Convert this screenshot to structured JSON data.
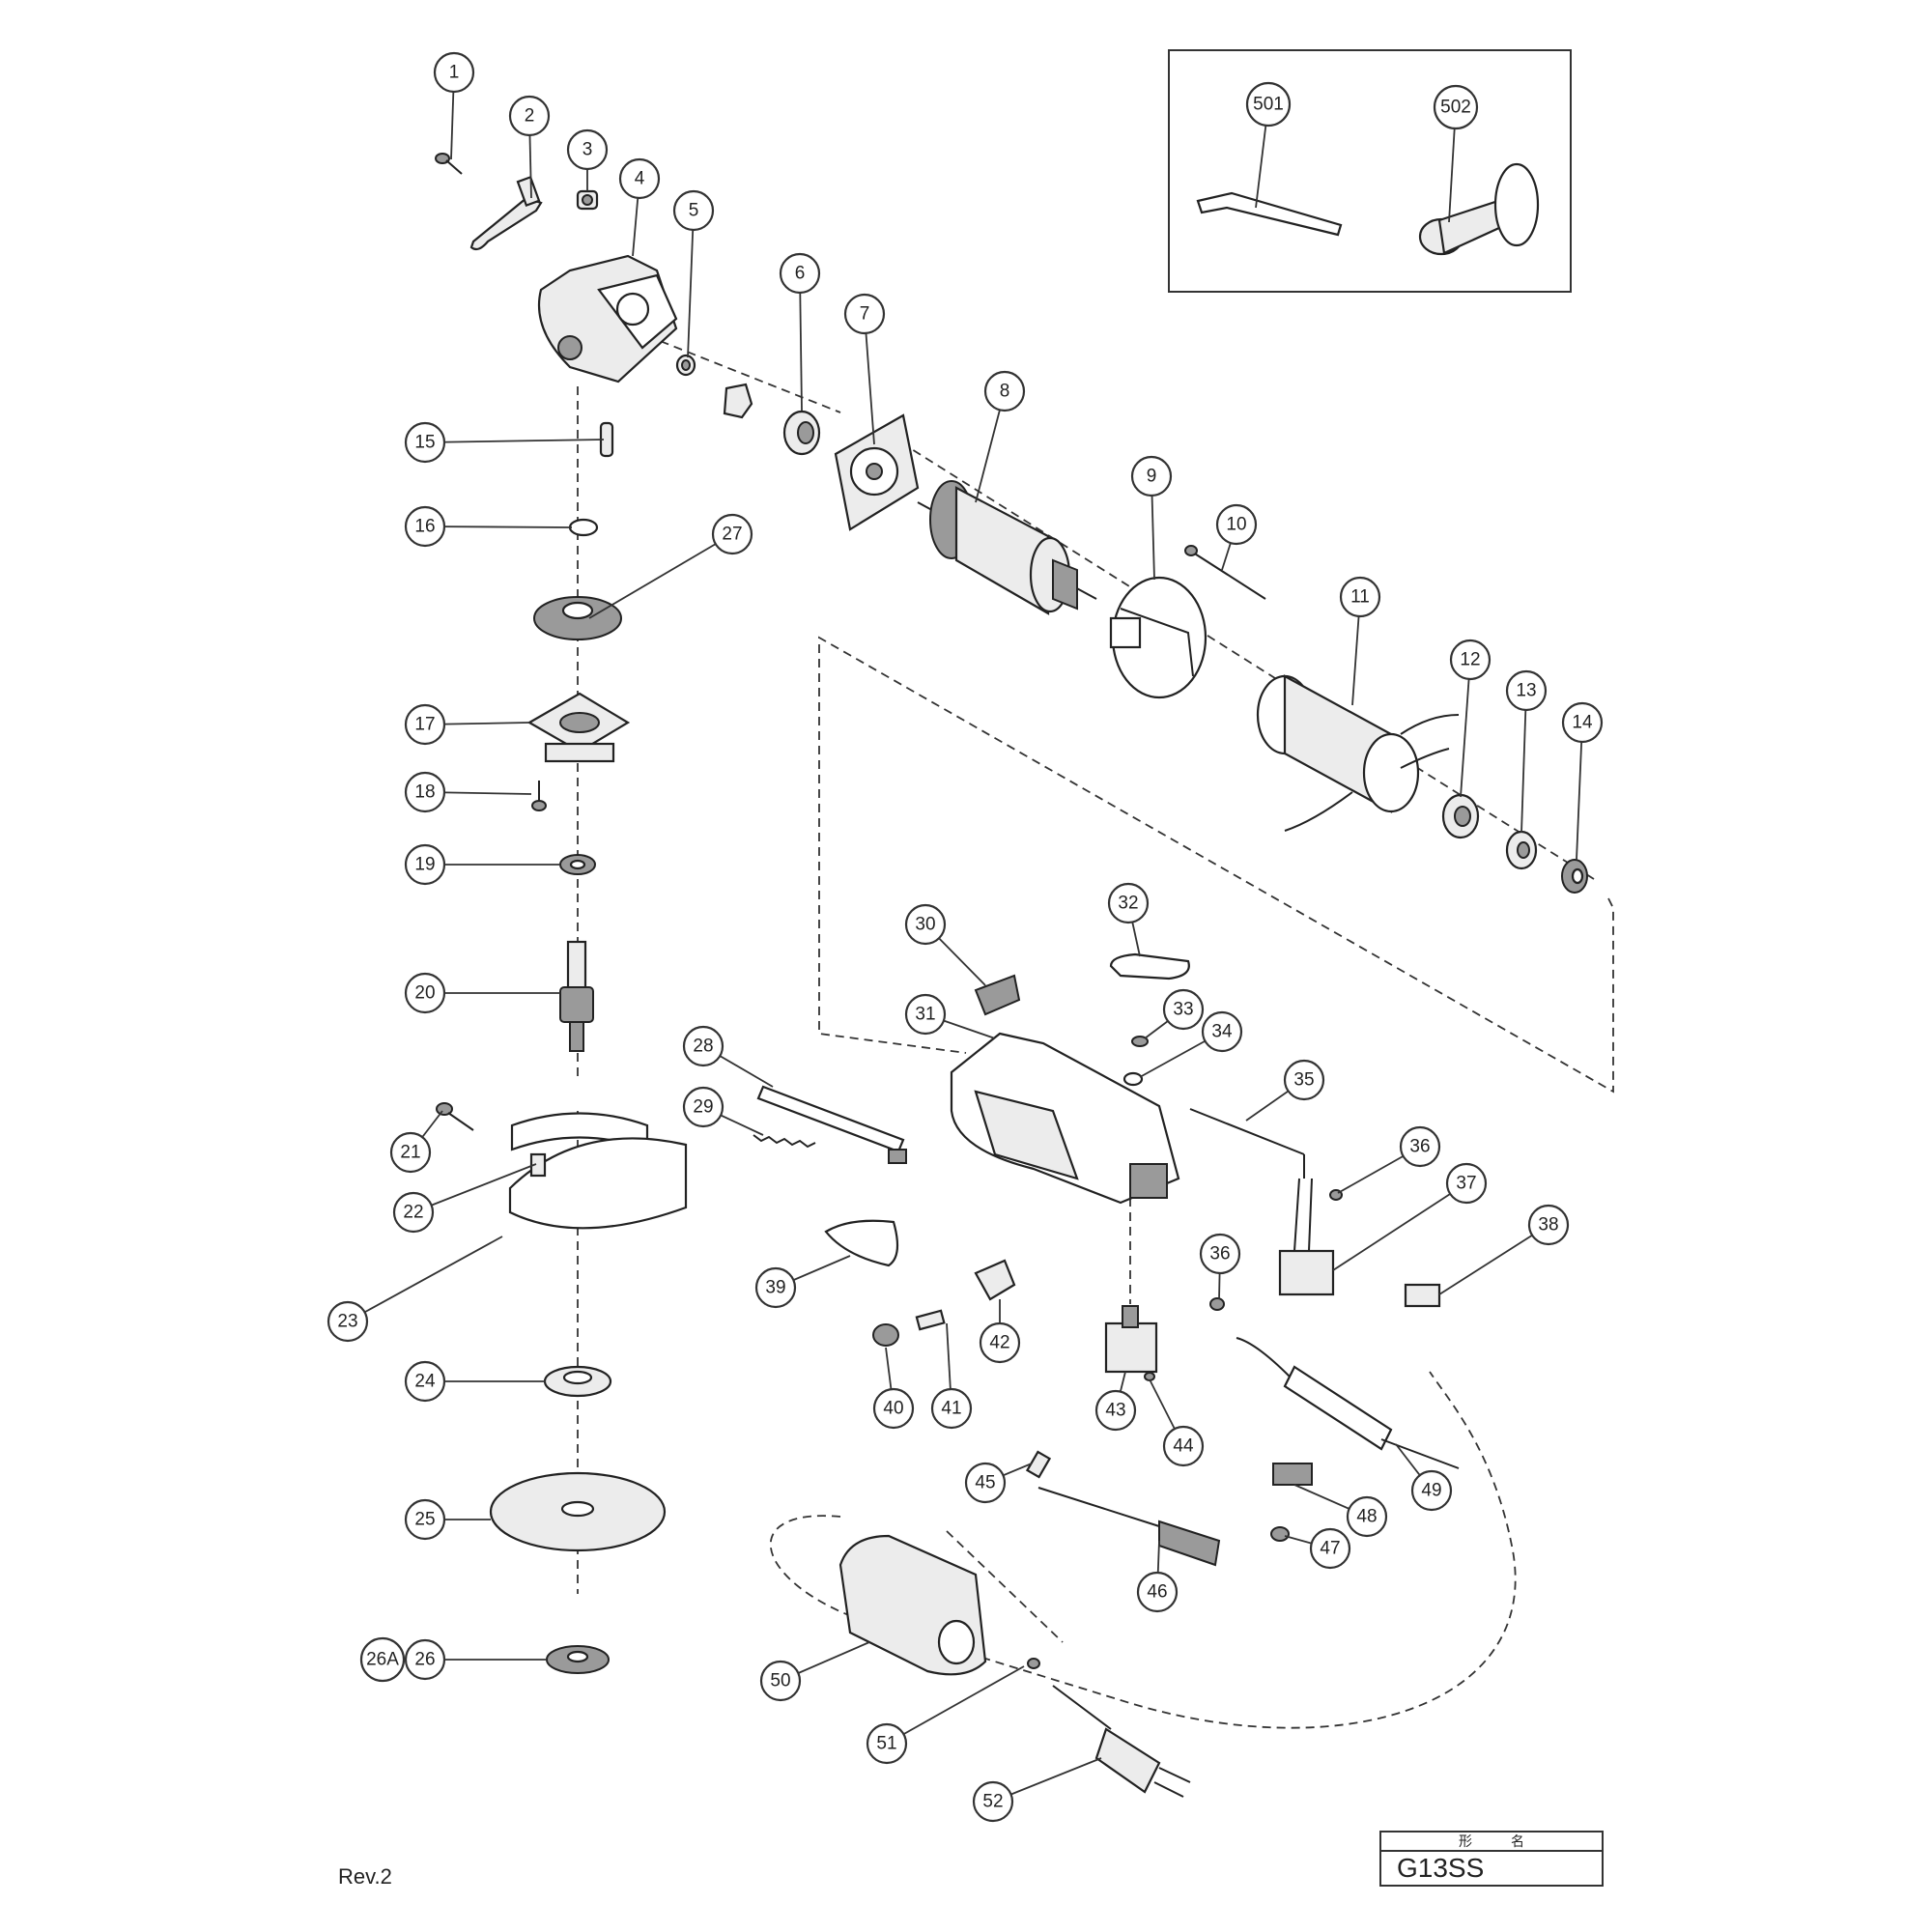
{
  "drawing": {
    "revision": "Rev.2",
    "title_block": {
      "header_chars": [
        "形",
        "名"
      ],
      "model": "G13SS"
    },
    "accessories_inset": {
      "part_numbers": [
        "501",
        "502"
      ]
    }
  },
  "callouts": [
    {
      "id": "c1",
      "label": "1"
    },
    {
      "id": "c2",
      "label": "2"
    },
    {
      "id": "c3",
      "label": "3"
    },
    {
      "id": "c4",
      "label": "4"
    },
    {
      "id": "c5",
      "label": "5"
    },
    {
      "id": "c6",
      "label": "6"
    },
    {
      "id": "c7",
      "label": "7"
    },
    {
      "id": "c8",
      "label": "8"
    },
    {
      "id": "c9",
      "label": "9"
    },
    {
      "id": "c10",
      "label": "10"
    },
    {
      "id": "c11",
      "label": "11"
    },
    {
      "id": "c12",
      "label": "12"
    },
    {
      "id": "c13",
      "label": "13"
    },
    {
      "id": "c14",
      "label": "14"
    },
    {
      "id": "c15",
      "label": "15"
    },
    {
      "id": "c16",
      "label": "16"
    },
    {
      "id": "c17",
      "label": "17"
    },
    {
      "id": "c18",
      "label": "18"
    },
    {
      "id": "c19",
      "label": "19"
    },
    {
      "id": "c20",
      "label": "20"
    },
    {
      "id": "c21",
      "label": "21"
    },
    {
      "id": "c22",
      "label": "22"
    },
    {
      "id": "c23",
      "label": "23"
    },
    {
      "id": "c24",
      "label": "24"
    },
    {
      "id": "c25",
      "label": "25"
    },
    {
      "id": "c26",
      "label": "26"
    },
    {
      "id": "c26a",
      "label": "26A"
    },
    {
      "id": "c27",
      "label": "27"
    },
    {
      "id": "c28",
      "label": "28"
    },
    {
      "id": "c29",
      "label": "29"
    },
    {
      "id": "c30",
      "label": "30"
    },
    {
      "id": "c31",
      "label": "31"
    },
    {
      "id": "c32",
      "label": "32"
    },
    {
      "id": "c33",
      "label": "33"
    },
    {
      "id": "c34",
      "label": "34"
    },
    {
      "id": "c35",
      "label": "35"
    },
    {
      "id": "c36a",
      "label": "36"
    },
    {
      "id": "c36b",
      "label": "36"
    },
    {
      "id": "c37",
      "label": "37"
    },
    {
      "id": "c38",
      "label": "38"
    },
    {
      "id": "c39",
      "label": "39"
    },
    {
      "id": "c40",
      "label": "40"
    },
    {
      "id": "c41",
      "label": "41"
    },
    {
      "id": "c42",
      "label": "42"
    },
    {
      "id": "c43",
      "label": "43"
    },
    {
      "id": "c44",
      "label": "44"
    },
    {
      "id": "c45",
      "label": "45"
    },
    {
      "id": "c46",
      "label": "46"
    },
    {
      "id": "c47",
      "label": "47"
    },
    {
      "id": "c48",
      "label": "48"
    },
    {
      "id": "c49",
      "label": "49"
    },
    {
      "id": "c50",
      "label": "50"
    },
    {
      "id": "c51",
      "label": "51"
    },
    {
      "id": "c52",
      "label": "52"
    },
    {
      "id": "c501",
      "label": "501"
    },
    {
      "id": "c502",
      "label": "502"
    }
  ]
}
